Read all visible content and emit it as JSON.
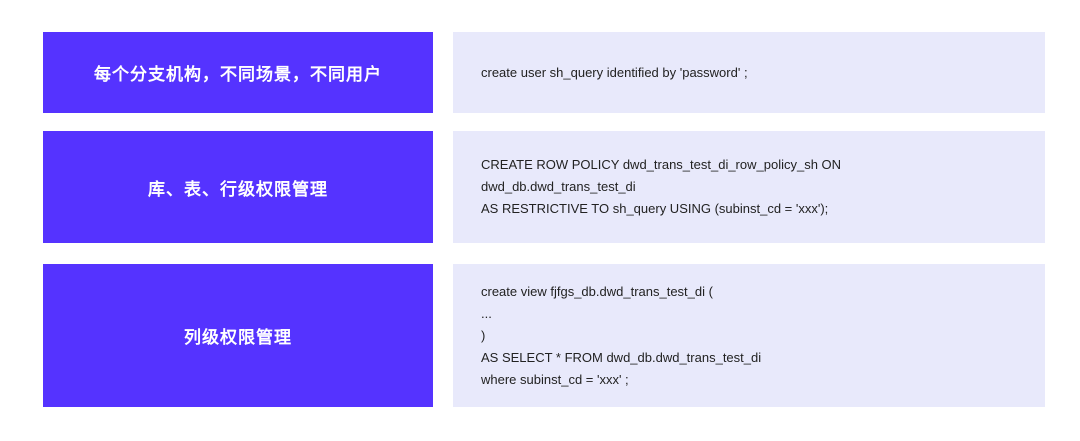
{
  "colors": {
    "label_bg": "#5533ff",
    "code_bg": "#e8e9fb",
    "label_text": "#ffffff",
    "code_text": "#222222"
  },
  "rows": [
    {
      "label": "每个分支机构，不同场景，不同用户",
      "code": [
        "create user sh_query identified by 'password' ;"
      ]
    },
    {
      "label": "库、表、行级权限管理",
      "code": [
        "CREATE ROW POLICY dwd_trans_test_di_row_policy_sh ON",
        "dwd_db.dwd_trans_test_di",
        "AS RESTRICTIVE TO sh_query USING (subinst_cd = 'xxx');"
      ]
    },
    {
      "label": "列级权限管理",
      "code": [
        "create view fjfgs_db.dwd_trans_test_di (",
        "...",
        ")",
        "AS SELECT * FROM dwd_db.dwd_trans_test_di",
        "where subinst_cd = 'xxx' ;"
      ]
    }
  ]
}
